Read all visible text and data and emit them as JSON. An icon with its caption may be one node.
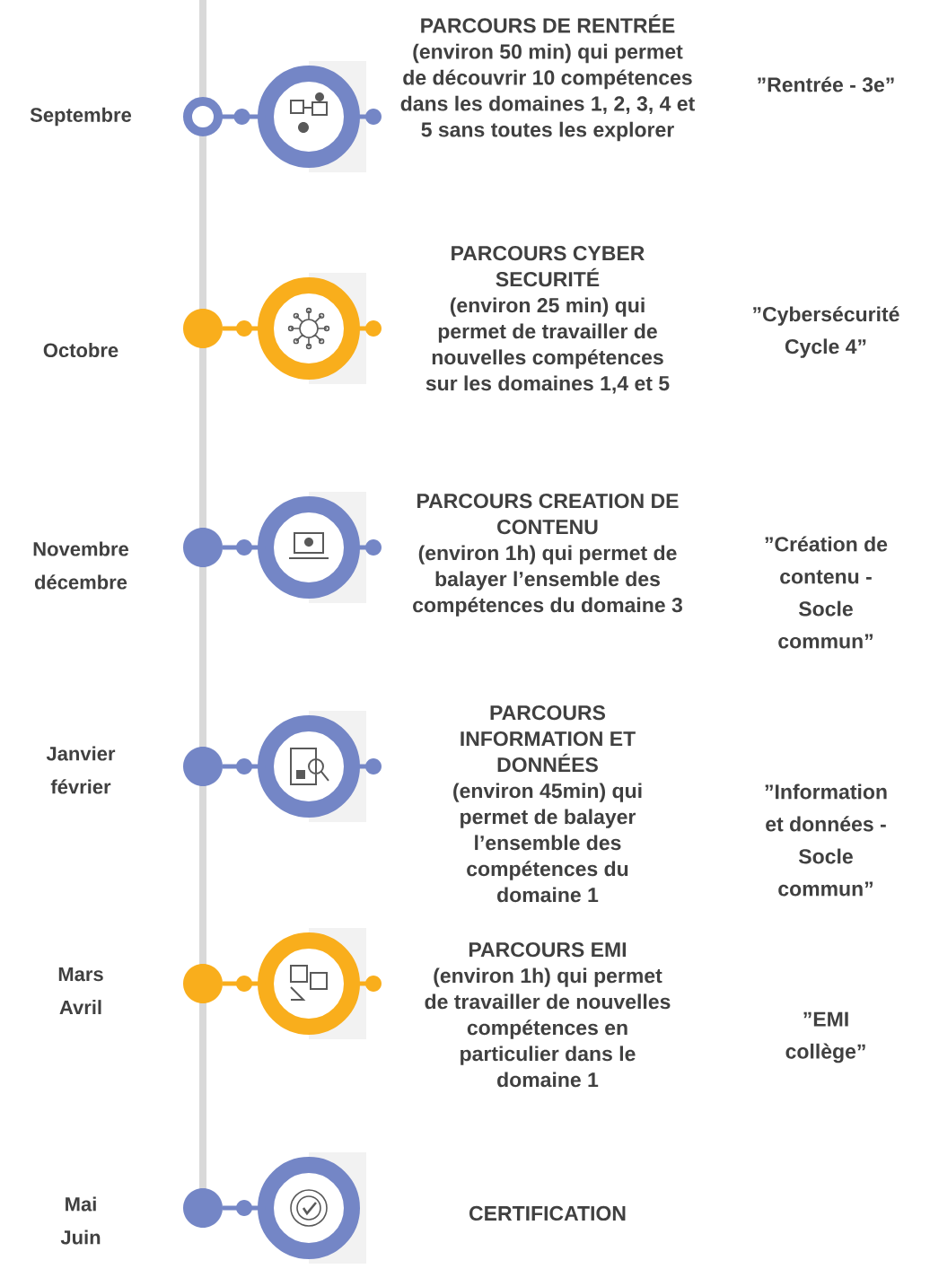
{
  "diagram": {
    "nodes": [
      {
        "text": [],
        "shape": "circle"
      },
      {
        "text": [],
        "shape": "circle"
      },
      {
        "text": [],
        "shape": "circle"
      },
      {
        "text": [],
        "shape": "circle"
      },
      {
        "text": [],
        "shape": "circle"
      },
      {
        "text": [],
        "shape": "circle"
      },
      {
        "text": [],
        "shape": "circle"
      },
      {
        "text": [],
        "shape": "circle"
      },
      {
        "text": [],
        "shape": "circle"
      },
      {
        "text": [],
        "shape": "circle"
      },
      {
        "text": [],
        "shape": "circle"
      },
      {
        "text": [],
        "shape": "circle"
      }
    ],
    "edges": [
      {
        "from": 0,
        "to": 1,
        "arrow": "none"
      },
      {
        "from": 2,
        "to": 3,
        "arrow": "none",
        "color": "#f9ae1c"
      },
      {
        "from": 4,
        "to": 5,
        "arrow": "none"
      },
      {
        "from": 6,
        "to": 7,
        "arrow": "none"
      },
      {
        "from": 8,
        "to": 9,
        "arrow": "none",
        "color": "#f9ae1c"
      },
      {
        "from": 10,
        "to": 11,
        "arrow": "none"
      }
    ],
    "labels": [
      "Septembre",
      "PARCOURS DE RENTRÉE",
      "(environ 50 min) qui permet de découvrir 10 compétences dans les domaines 1, 2, 3, 4 et 5 sans toutes les explorer",
      "”Rentrée - 3e”",
      "Octobre",
      "PARCOURS CYBER SECURITÉ",
      "(environ 25 min) qui permet de travailler de nouvelles compétences sur les domaines 1,4 et 5",
      "”Cybersécurité Cycle 4”",
      "Novembre décembre",
      "PARCOURS CREATION DE CONTENU",
      "(environ 1h) qui permet de balayer l’ensemble des compétences du domaine 3",
      "”Création de contenu - Socle commun”",
      "Janvier février",
      "PARCOURS INFORMATION ET DONNÉES",
      "(environ 45min) qui permet de balayer l’ensemble des compétences du domaine 1",
      "”Information et données - Socle commun”",
      "Mars Avril",
      "PARCOURS EMI",
      "(environ 1h) qui permet de travailler de nouvelles compétences en particulier dans le domaine 1",
      "”EMI collège”",
      "Mai Juin",
      "CERTIFICATION"
    ]
  }
}
